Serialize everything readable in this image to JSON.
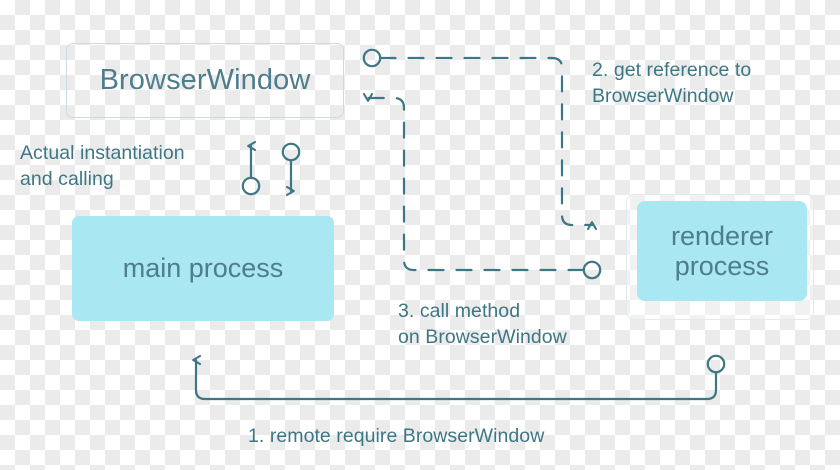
{
  "diagram": {
    "title": "Electron remote module flow",
    "background": "transparent-checker",
    "palette": {
      "stroke": "#3d7785",
      "node_fill": "#a9e7f3",
      "node_text": "#4e7d8c",
      "outline": "#c9dce2",
      "annotation_text": "#3d7785",
      "checker_light": "#ffffff",
      "checker_dark": "#ebebeb"
    },
    "nodes": [
      {
        "id": "browser-window",
        "label": "BrowserWindow",
        "style": "outlined"
      },
      {
        "id": "main-process",
        "label": "main process",
        "style": "filled"
      },
      {
        "id": "renderer-process",
        "label": "renderer\nprocess",
        "style": "filled-in-shell"
      }
    ],
    "annotations": [
      {
        "id": "instantiation",
        "text": "Actual instantiation\nand calling"
      },
      {
        "id": "get-reference",
        "text": "2. get reference to\nBrowserWindow"
      },
      {
        "id": "call-method",
        "text": "3. call method\non BrowserWindow"
      },
      {
        "id": "remote-require",
        "text": "1. remote require BrowserWindow"
      }
    ],
    "connectors": [
      {
        "id": "instantiate-up",
        "from": "main-process",
        "to": "browser-window",
        "style": "solid",
        "endpoints": "circle-to-arrow"
      },
      {
        "id": "call-down",
        "from": "browser-window",
        "to": "main-process",
        "style": "solid",
        "endpoints": "circle-to-arrow"
      },
      {
        "id": "get-reference-path",
        "from": "browser-window",
        "to": "renderer-process",
        "style": "dashed",
        "endpoints": "circle-to-arrow"
      },
      {
        "id": "call-method-path",
        "from": "renderer-process",
        "to": "browser-window",
        "style": "dashed",
        "endpoints": "circle-to-arrow"
      },
      {
        "id": "remote-require-path",
        "from": "renderer-process",
        "to": "main-process",
        "style": "solid",
        "endpoints": "circle-to-arrow"
      }
    ]
  }
}
